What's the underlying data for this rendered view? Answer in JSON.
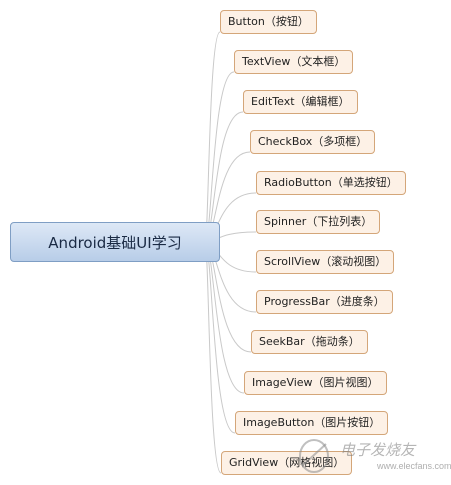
{
  "mindmap": {
    "root": "Android基础UI学习",
    "children": [
      "Button（按钮）",
      "TextView（文本框）",
      "EditText（编辑框）",
      "CheckBox（多项框）",
      "RadioButton（单选按钮）",
      "Spinner（下拉列表）",
      "ScrollView（滚动视图）",
      "ProgressBar（进度条）",
      "SeekBar（拖动条）",
      "ImageView（图片视图）",
      "ImageButton（图片按钮）",
      "GridView（网格视图）"
    ]
  },
  "colors": {
    "root_fill": "#c8d8ee",
    "root_border": "#7f9ec4",
    "node_fill": "#fdf1e6",
    "node_border": "#d4a679",
    "connector": "#c9c9c9"
  },
  "watermark": {
    "name": "电子发烧友",
    "url": "www.elecfans.com"
  }
}
